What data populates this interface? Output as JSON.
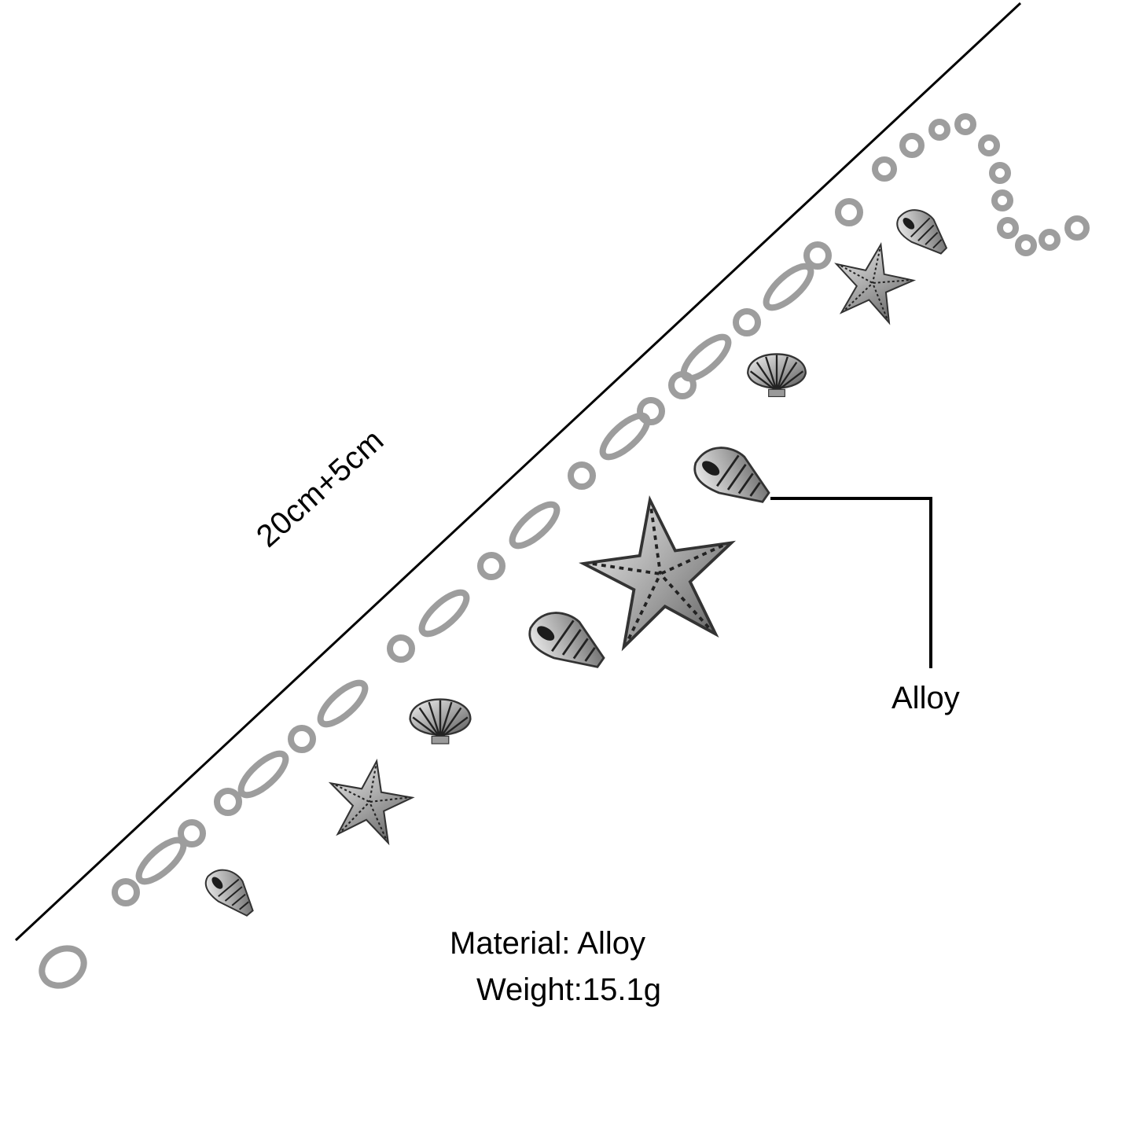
{
  "product": {
    "type": "charm bracelet / anklet",
    "charms": [
      "conch shell",
      "starfish",
      "scallop shell",
      "conch shell",
      "starfish",
      "conch shell",
      "scallop shell",
      "starfish",
      "conch shell"
    ],
    "finish_color": "#b9b9b9"
  },
  "annotations": {
    "length": "20cm+5cm",
    "callout": "Alloy",
    "material_line": "Material:  Alloy",
    "weight_line": "Weight:15.1g"
  },
  "colors": {
    "background": "#ffffff",
    "text": "#000000",
    "metal_light": "#e4e4e4",
    "metal_mid": "#a8a8a8",
    "metal_dark": "#3a3a3a"
  }
}
